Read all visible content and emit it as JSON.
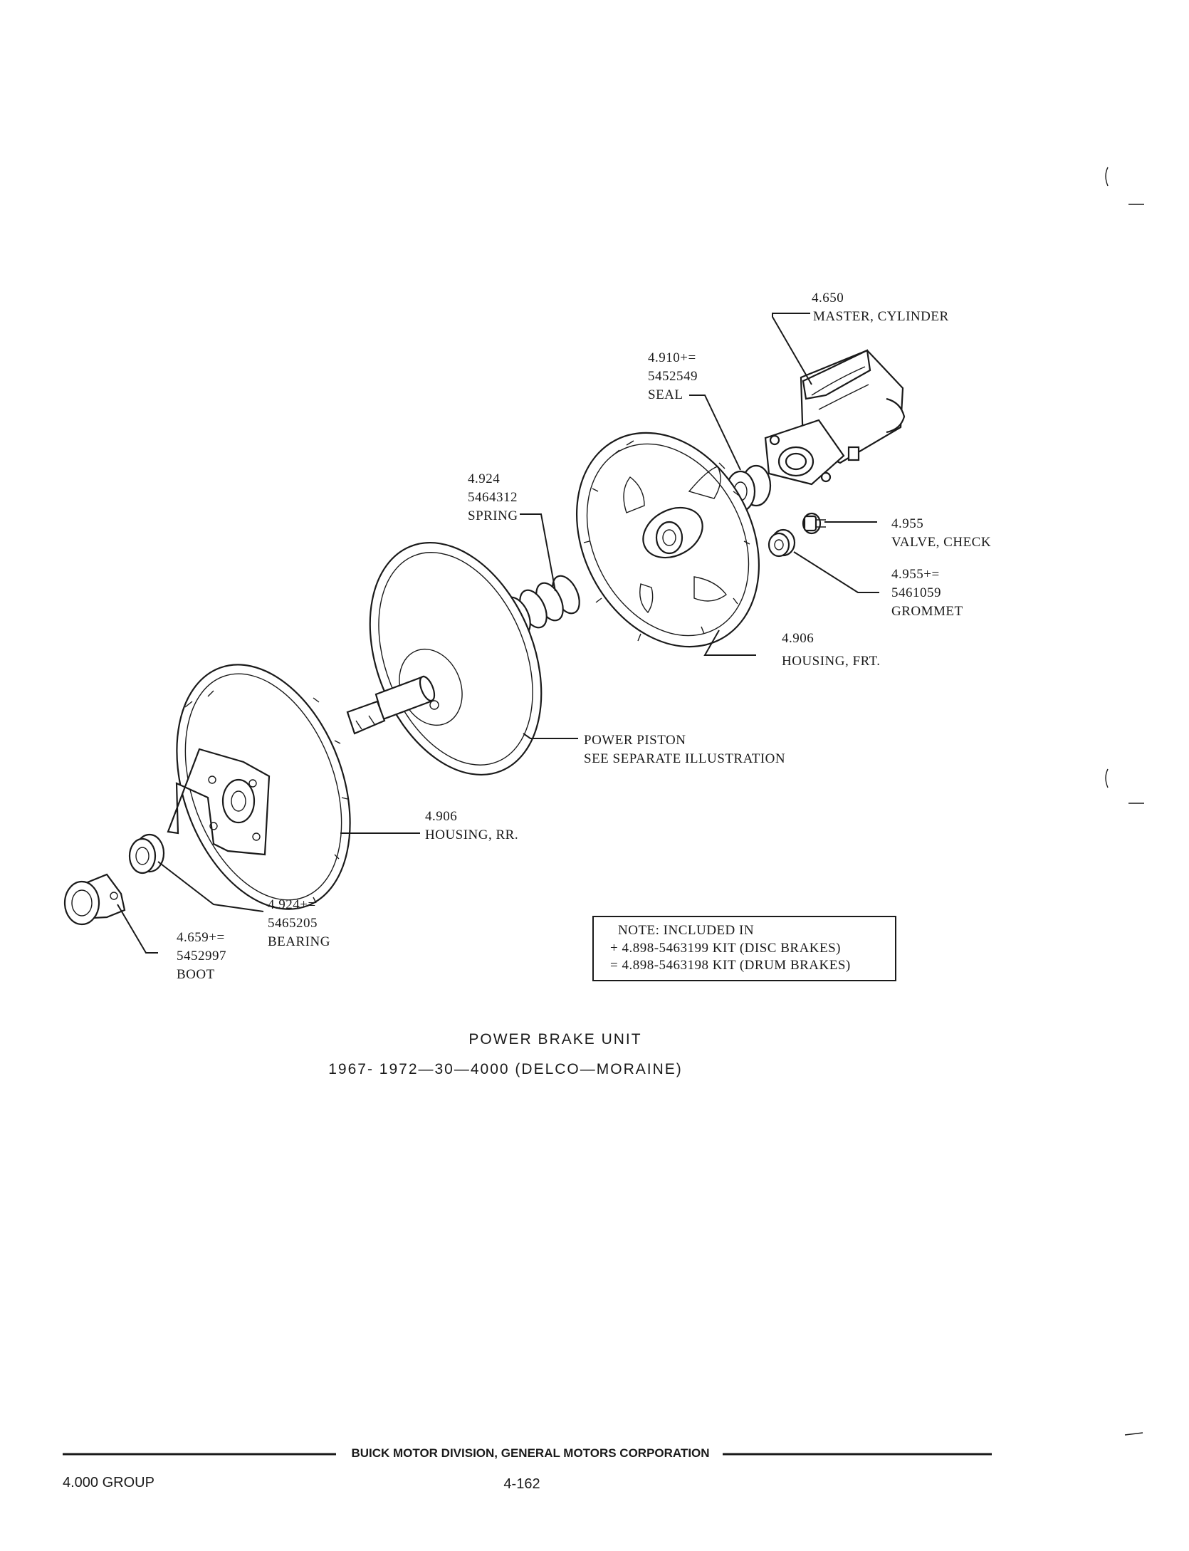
{
  "callouts": {
    "master_cylinder": {
      "code": "4.650",
      "name": "MASTER, CYLINDER"
    },
    "seal": {
      "code": "4.910+=",
      "part": "5452549",
      "name": "SEAL"
    },
    "spring": {
      "code": "4.924",
      "part": "5464312",
      "name": "SPRING"
    },
    "check_valve": {
      "code": "4.955",
      "name": "VALVE, CHECK"
    },
    "grommet": {
      "code": "4.955+=",
      "part": "5461059",
      "name": "GROMMET"
    },
    "housing_front": {
      "code": "4.906",
      "name": "HOUSING, FRT."
    },
    "power_piston": {
      "line1": "POWER PISTON",
      "line2": "SEE SEPARATE ILLUSTRATION"
    },
    "housing_rear": {
      "code": "4.906",
      "name": "HOUSING, RR."
    },
    "bearing": {
      "code": "4.924+=",
      "part": "5465205",
      "name": "BEARING"
    },
    "boot": {
      "code": "4.659+=",
      "part": "5452997",
      "name": "BOOT"
    }
  },
  "note": {
    "line1": "NOTE: INCLUDED IN",
    "line2": "+ 4.898-5463199 KIT (DISC BRAKES)",
    "line3": "= 4.898-5463198 KIT (DRUM BRAKES)"
  },
  "caption": {
    "title": "POWER BRAKE UNIT",
    "subtitle": "1967- 1972—30—4000  (DELCO—MORAINE)"
  },
  "footer": {
    "division": "BUICK MOTOR DIVISION, GENERAL MOTORS CORPORATION",
    "group": "4.000 GROUP",
    "page": "4-162"
  }
}
